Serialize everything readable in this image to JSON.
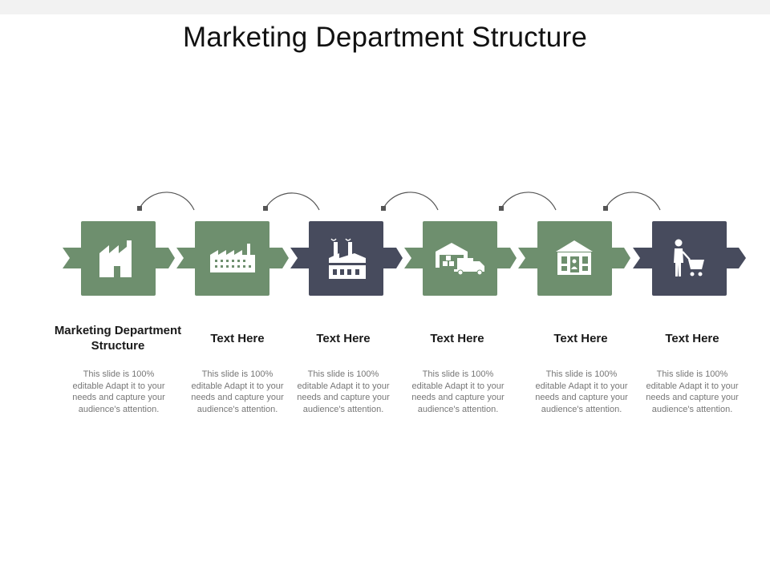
{
  "title": "Marketing Department Structure",
  "colors": {
    "green": "#6e8f6e",
    "dark": "#474b5d",
    "arc": "#555555"
  },
  "steps": [
    {
      "heading": "Marketing Department Structure",
      "body": "This slide is 100% editable Adapt it to your needs and capture your audience's attention.",
      "color": "green",
      "icon": "factory-icon"
    },
    {
      "heading": "Text Here",
      "body": "This slide is 100% editable Adapt it to your needs and capture your audience's attention.",
      "color": "green",
      "icon": "industrial-plant-icon"
    },
    {
      "heading": "Text Here",
      "body": "This slide is 100% editable Adapt it to your needs and capture your audience's attention.",
      "color": "dark",
      "icon": "smoking-factory-icon"
    },
    {
      "heading": "Text Here",
      "body": "This slide is 100% editable Adapt it to your needs and capture your audience's attention.",
      "color": "green",
      "icon": "warehouse-truck-icon"
    },
    {
      "heading": "Text Here",
      "body": "This slide is 100% editable Adapt it to your needs and capture your audience's attention.",
      "color": "green",
      "icon": "store-icon"
    },
    {
      "heading": "Text Here",
      "body": "This slide is 100% editable Adapt it to your needs and capture your audience's attention.",
      "color": "dark",
      "icon": "shopper-cart-icon"
    }
  ]
}
